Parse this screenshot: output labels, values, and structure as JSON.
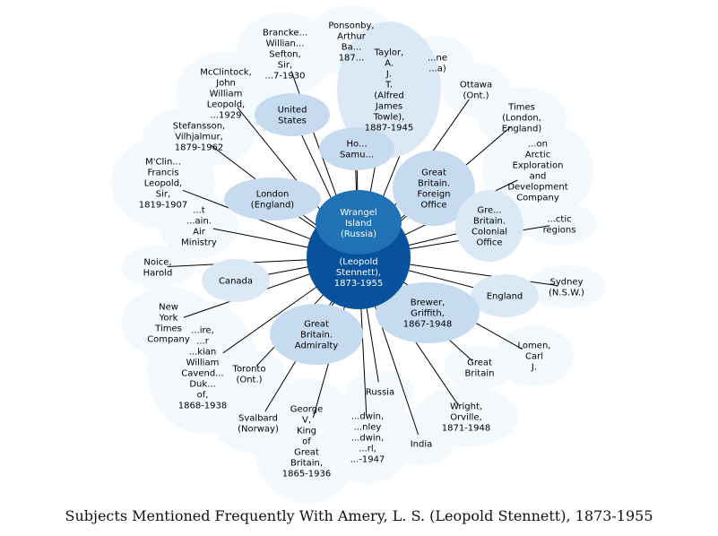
{
  "title": "Subjects Mentioned Frequently With Amery, L. S. (Leopold Stennett), 1873-1955",
  "center": {
    "lines": [
      "(Leopold",
      "Stennett),",
      "1873-1955"
    ]
  },
  "inner": {
    "lines": [
      "Wrangel",
      "Island",
      "(Russia)"
    ]
  },
  "nodes": [
    {
      "id": "ponsonby",
      "lines": [
        "Ponsonby,",
        "Arthur",
        "Ba...",
        "187..."
      ]
    },
    {
      "id": "brancker",
      "lines": [
        "Brancke...",
        "Willian...",
        "Sefton,",
        "Sir,",
        "...7-1930"
      ]
    },
    {
      "id": "taylor",
      "lines": [
        "Taylor,",
        "A.",
        "J.",
        "T.",
        "(Alfred",
        "James",
        "Towle),",
        "1887-1945"
      ]
    },
    {
      "id": "canada-region",
      "lines": [
        "...ne",
        "...a)"
      ]
    },
    {
      "id": "mcclintock-john",
      "lines": [
        "McClintock,",
        "John",
        "William",
        "Leopold,",
        "...1929"
      ]
    },
    {
      "id": "ottawa",
      "lines": [
        "Ottawa",
        "(Ont.)"
      ]
    },
    {
      "id": "united-states",
      "lines": [
        "United",
        "States"
      ]
    },
    {
      "id": "times",
      "lines": [
        "Times",
        "(London,",
        "England)"
      ]
    },
    {
      "id": "stefansson",
      "lines": [
        "Stefansson,",
        "Vilhjalmur,",
        "1879-1962"
      ]
    },
    {
      "id": "hoare",
      "lines": [
        "Ho...",
        "Samu..."
      ]
    },
    {
      "id": "hudson-arctic",
      "lines": [
        "...on",
        "Arctic",
        "Exploration",
        "and",
        "Development",
        "Company"
      ]
    },
    {
      "id": "mcclintock-francis",
      "lines": [
        "M'Clin...",
        "Francis",
        "Leopold,",
        "Sir,",
        "1819-1907"
      ]
    },
    {
      "id": "gb-foreign",
      "lines": [
        "Great",
        "Britain.",
        "Foreign",
        "Office"
      ]
    },
    {
      "id": "london",
      "lines": [
        "London",
        "(England)"
      ]
    },
    {
      "id": "gb-colonial",
      "lines": [
        "Gre...",
        "Britain.",
        "Colonial",
        "Office"
      ]
    },
    {
      "id": "air-ministry",
      "lines": [
        "...t",
        "...ain.",
        "Air",
        "Ministry"
      ]
    },
    {
      "id": "arctic-regions",
      "lines": [
        "...ctic",
        "regions"
      ]
    },
    {
      "id": "noice",
      "lines": [
        "Noice,",
        "Harold"
      ]
    },
    {
      "id": "canada",
      "lines": [
        "Canada"
      ]
    },
    {
      "id": "sydney",
      "lines": [
        "Sydney",
        "(N.S.W.)"
      ]
    },
    {
      "id": "england",
      "lines": [
        "England"
      ]
    },
    {
      "id": "brewer",
      "lines": [
        "Brewer,",
        "Griffith,",
        "1867-1948"
      ]
    },
    {
      "id": "nyt",
      "lines": [
        "New",
        "York",
        "Times",
        "Company"
      ]
    },
    {
      "id": "devonshire",
      "lines": [
        "...ire,",
        "...r",
        "...kian",
        "William",
        "Cavend...",
        "Duk...",
        "of,",
        "1868-1938"
      ]
    },
    {
      "id": "gb-admiralty",
      "lines": [
        "Great",
        "Britain.",
        "Admiralty"
      ]
    },
    {
      "id": "lomen",
      "lines": [
        "Lomen,",
        "Carl",
        "J."
      ]
    },
    {
      "id": "great-britain",
      "lines": [
        "Great",
        "Britain"
      ]
    },
    {
      "id": "toronto",
      "lines": [
        "Toronto",
        "(Ont.)"
      ]
    },
    {
      "id": "russia",
      "lines": [
        "Russia"
      ]
    },
    {
      "id": "wright",
      "lines": [
        "Wright,",
        "Orville,",
        "1871-1948"
      ]
    },
    {
      "id": "svalbard",
      "lines": [
        "Svalbard",
        "(Norway)"
      ]
    },
    {
      "id": "george-v",
      "lines": [
        "George",
        "V,",
        "King",
        "of",
        "Great",
        "Britain,",
        "1865-1936"
      ]
    },
    {
      "id": "baldwin",
      "lines": [
        "...dwin,",
        "...nley",
        "...dwin,",
        "...rl,",
        "...-1947"
      ]
    },
    {
      "id": "india",
      "lines": [
        "India"
      ]
    }
  ],
  "colors": {
    "center": "#08519c",
    "inner": "#2171b5",
    "dark_bubble": "#c6dbef",
    "mid_bubble": "#dbe9f6",
    "light_bubble": "#f4f9fe",
    "edge": "#000000",
    "center_text": "#ffffff",
    "text": "#000000"
  }
}
